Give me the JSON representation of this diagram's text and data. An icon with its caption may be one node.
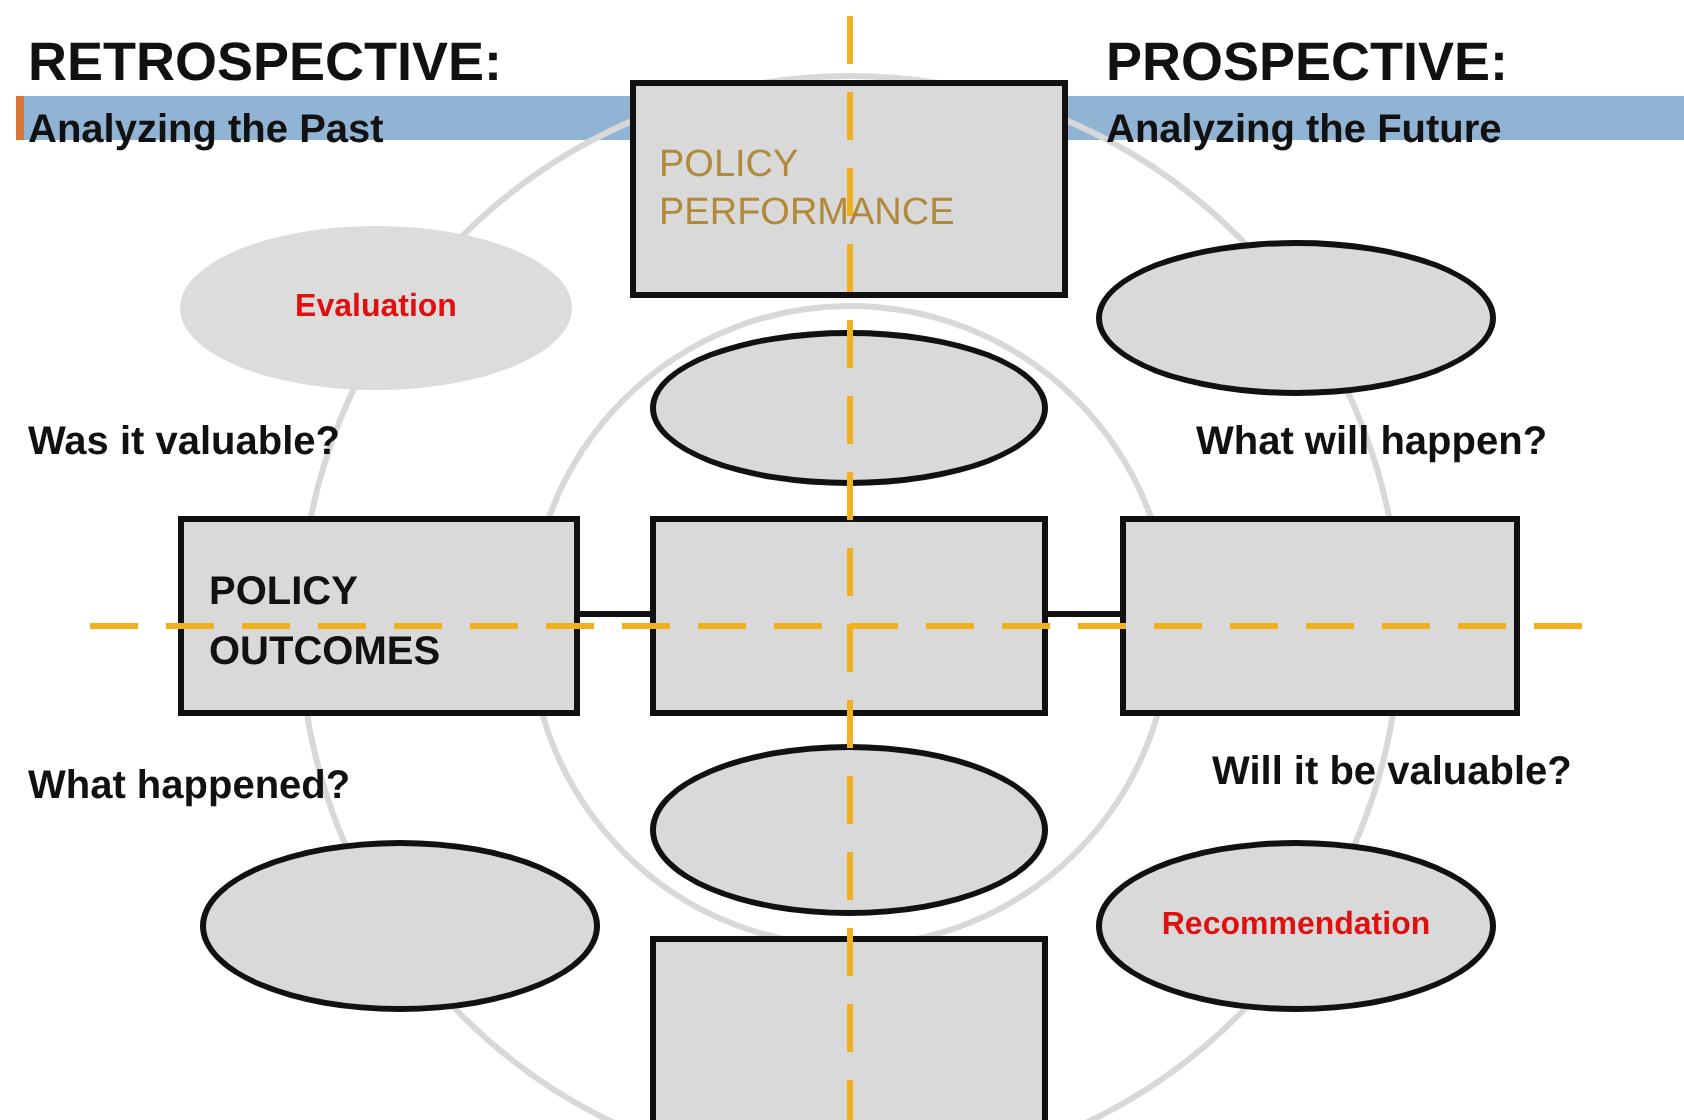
{
  "diagram": {
    "nodes": [
      {
        "text": [
          "POLICY PERFORMANCE"
        ]
      },
      {
        "text": [
          "Evaluation"
        ]
      },
      {
        "text": [],
        "shape": "ellipse"
      },
      {
        "text": [],
        "shape": "ellipse"
      },
      {
        "text": [
          "POLICY OUTCOMES"
        ]
      },
      {
        "text": [],
        "shape": "box"
      },
      {
        "text": [],
        "shape": "box"
      },
      {
        "text": [],
        "shape": "ellipse"
      },
      {
        "text": [],
        "shape": "ellipse"
      },
      {
        "text": [
          "Recommendation"
        ]
      },
      {
        "text": [],
        "shape": "box"
      }
    ],
    "edges": [
      {
        "from": 4,
        "to": 5,
        "arrow": "none"
      },
      {
        "from": 5,
        "to": 6,
        "arrow": "none"
      }
    ],
    "labels": [
      "RETROSPECTIVE:",
      "Analyzing the Past",
      "PROSPECTIVE:",
      "Analyzing the Future",
      "Was it valuable?",
      "What will happen?",
      "What happened?",
      "Will it be valuable?"
    ]
  }
}
